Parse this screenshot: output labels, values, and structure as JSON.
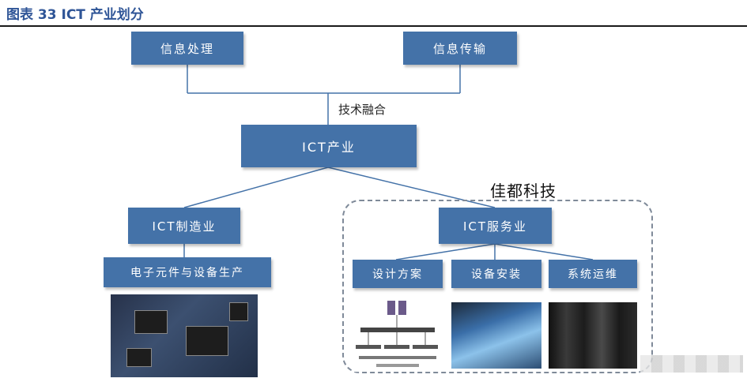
{
  "title": "图表 33 ICT 产业划分",
  "boxes": {
    "info_processing": "信息处理",
    "info_transmission": "信息传输",
    "ict_industry": "ICT产业",
    "ict_manufacturing": "ICT制造业",
    "ict_services": "ICT服务业",
    "electronics": "电子元件与设备生产",
    "design": "设计方案",
    "install": "设备安装",
    "ops": "系统运维"
  },
  "labels": {
    "tech_fusion": "技术融合",
    "company": "佳都科技"
  },
  "icons": [
    "pcb-photo",
    "network-diagram-image",
    "network-cable-photo",
    "server-room-photo"
  ],
  "colors": {
    "box_fill": "#4472a8",
    "title": "#2f5597",
    "lines": "#4472a8",
    "dashed_border": "#7f8a99"
  }
}
